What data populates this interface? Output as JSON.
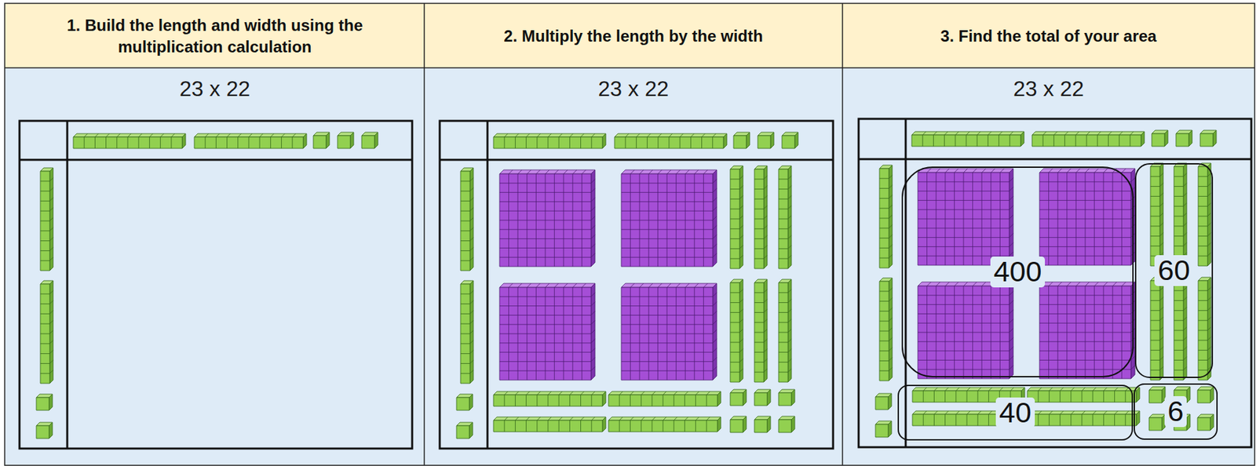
{
  "diagram": {
    "nodes": [
      {
        "text": [
          "1. Build the length and width using the multiplication calculation"
        ]
      },
      {
        "text": [
          "2. Multiply the length by the width"
        ]
      },
      {
        "text": [
          "3. Find the total of your area"
        ]
      },
      {
        "text": [
          "23 x 22"
        ]
      },
      {
        "text": [
          "23 x 22"
        ]
      },
      {
        "text": [
          "23 x 22"
        ]
      },
      {
        "text": [
          "400"
        ],
        "in": 5
      },
      {
        "text": [
          "60"
        ],
        "in": 5
      },
      {
        "text": [
          "40"
        ],
        "in": 5
      },
      {
        "text": [
          "6"
        ],
        "in": 5
      }
    ]
  }
}
